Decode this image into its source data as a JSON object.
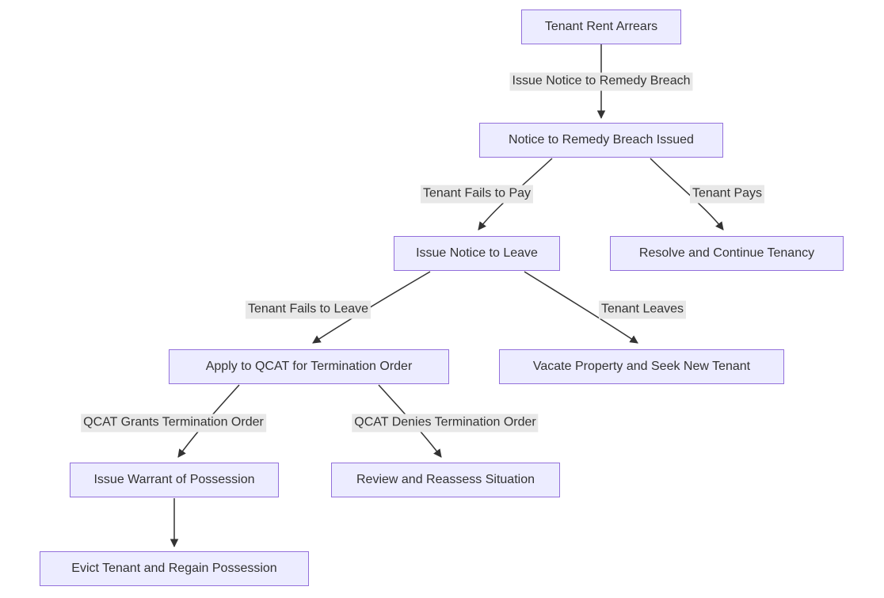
{
  "diagram": {
    "type": "flowchart",
    "direction": "top-down",
    "title": "Tenant Rent Arrears eviction process flowchart",
    "colors": {
      "node_fill": "#ECECFF",
      "node_border": "#9370DB",
      "node_text": "#333333",
      "edge_label_bg": "#e8e8e8",
      "edge_stroke": "#333333",
      "background": "#ffffff"
    },
    "nodes": [
      {
        "id": "A",
        "label": "Tenant Rent Arrears"
      },
      {
        "id": "B",
        "label": "Notice to Remedy Breach Issued"
      },
      {
        "id": "C",
        "label": "Issue Notice to Leave"
      },
      {
        "id": "D",
        "label": "Resolve and Continue Tenancy"
      },
      {
        "id": "E",
        "label": "Apply to QCAT for Termination Order"
      },
      {
        "id": "F",
        "label": "Vacate Property and Seek New Tenant"
      },
      {
        "id": "G",
        "label": "Issue Warrant of Possession"
      },
      {
        "id": "H",
        "label": "Review and Reassess Situation"
      },
      {
        "id": "I",
        "label": "Evict Tenant and Regain Possession"
      }
    ],
    "edges": [
      {
        "from": "A",
        "to": "B",
        "label": "Issue Notice to Remedy Breach"
      },
      {
        "from": "B",
        "to": "C",
        "label": "Tenant Fails to Pay"
      },
      {
        "from": "B",
        "to": "D",
        "label": "Tenant Pays"
      },
      {
        "from": "C",
        "to": "E",
        "label": "Tenant Fails to Leave"
      },
      {
        "from": "C",
        "to": "F",
        "label": "Tenant Leaves"
      },
      {
        "from": "E",
        "to": "G",
        "label": "QCAT Grants Termination Order"
      },
      {
        "from": "E",
        "to": "H",
        "label": "QCAT Denies Termination Order"
      },
      {
        "from": "G",
        "to": "I",
        "label": ""
      }
    ]
  }
}
